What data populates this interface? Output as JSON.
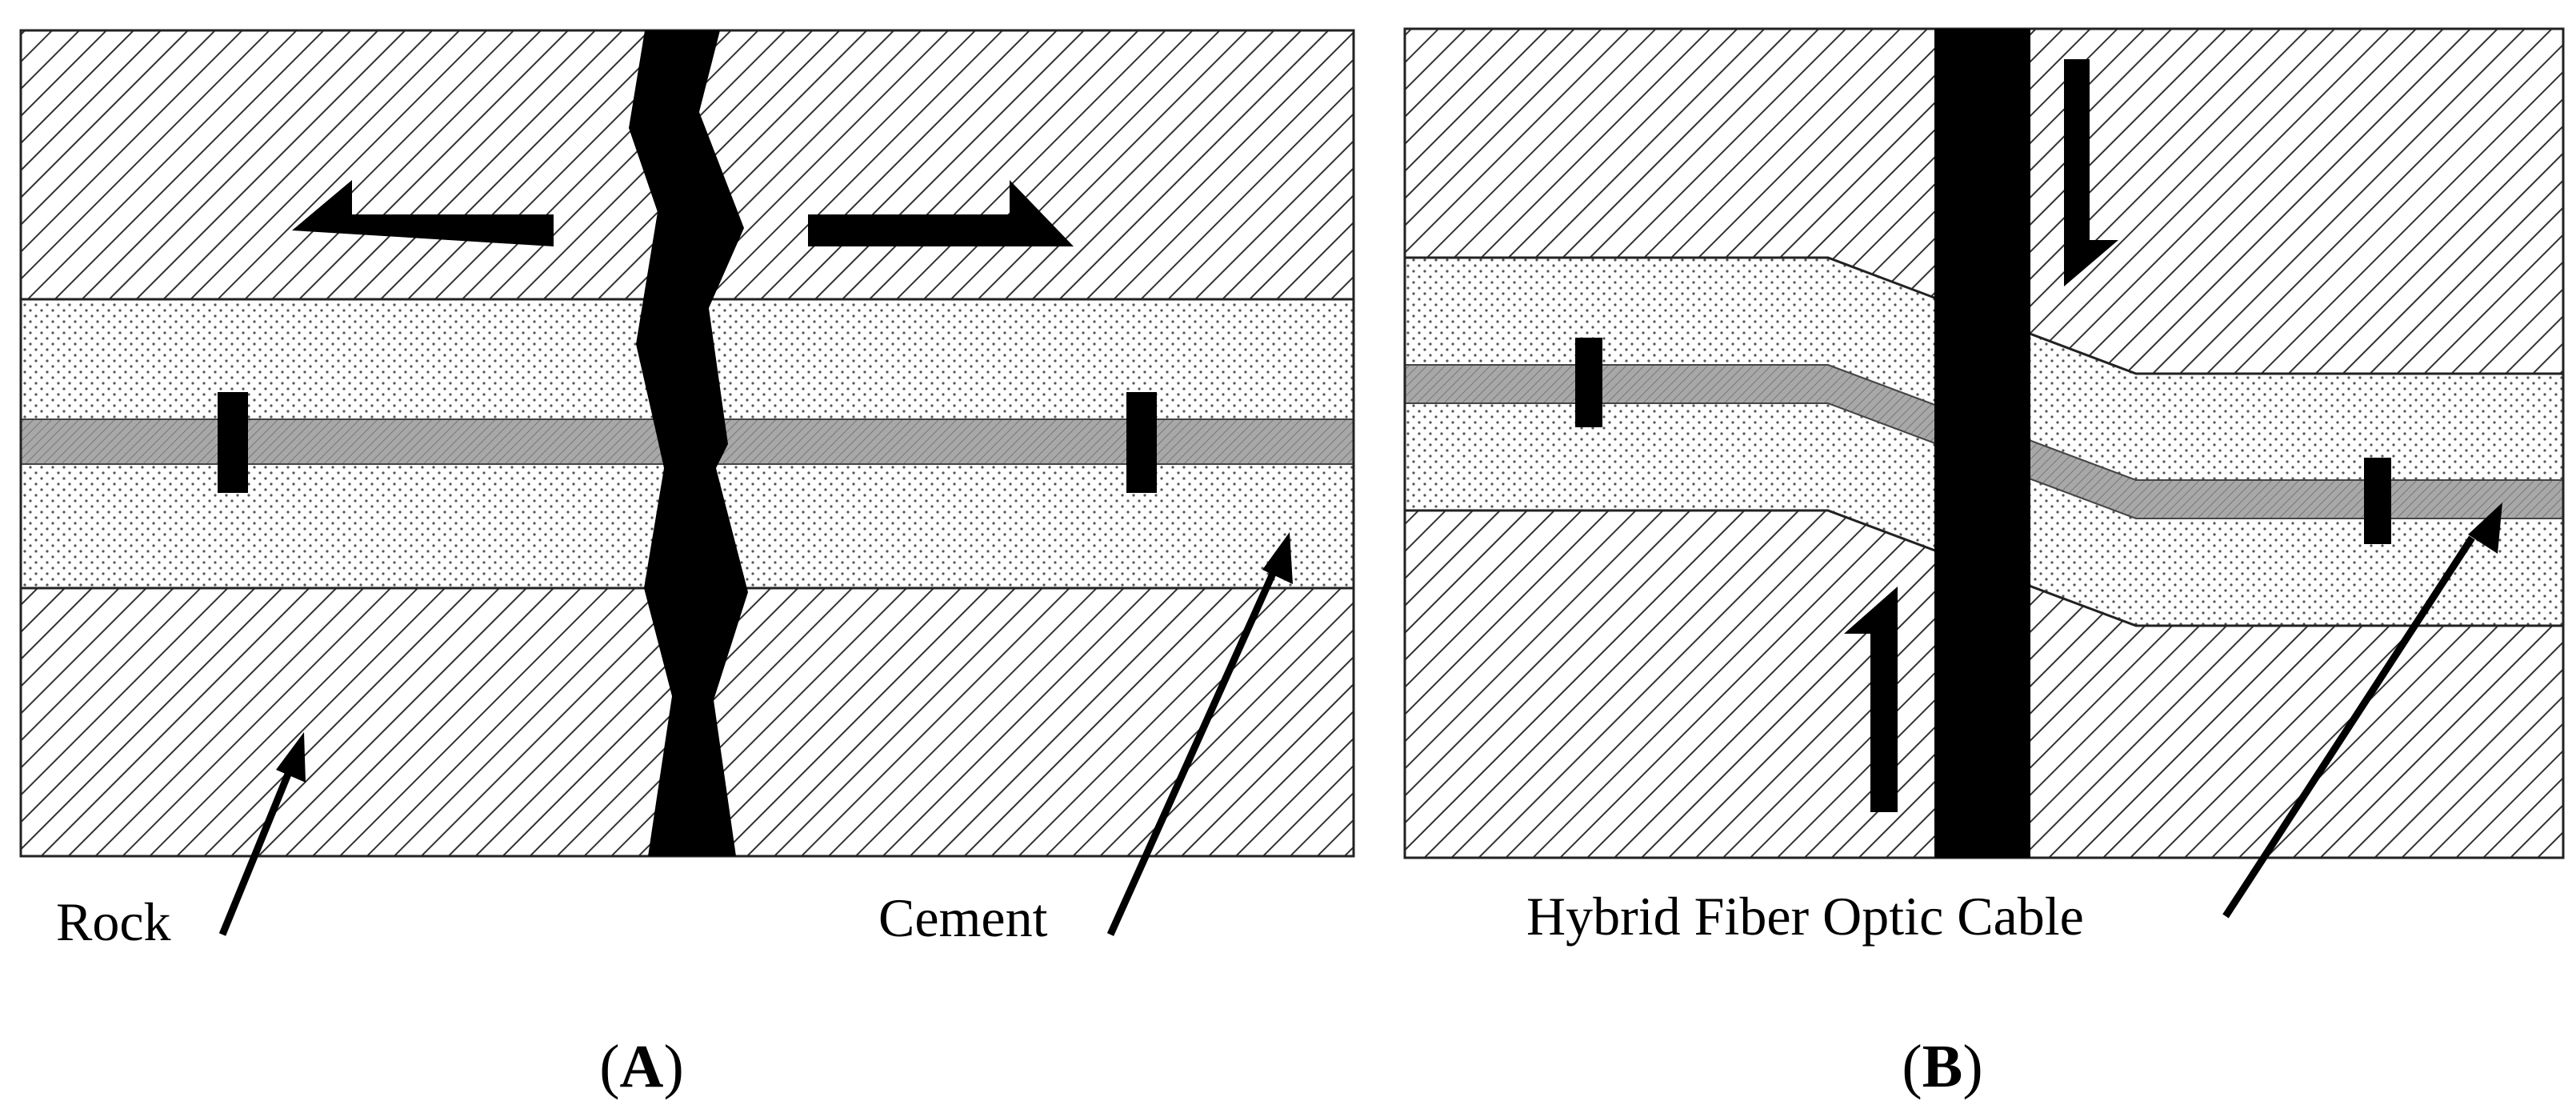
{
  "labels": {
    "rock": "Rock",
    "cement": "Cement",
    "cable": "Hybrid Fiber Optic Cable"
  },
  "panels": {
    "a": {
      "open": "(",
      "letter": "A",
      "close": ")"
    },
    "b": {
      "open": "(",
      "letter": "B",
      "close": ")"
    }
  },
  "colors": {
    "fracture": "#000000",
    "hatch": "#333333",
    "stipple": "#555555",
    "cable_fill": "#9a9a9a",
    "border": "#222222"
  },
  "icons": {
    "arrow": "solid-black-arrow",
    "sensor": "sensor-marker"
  }
}
